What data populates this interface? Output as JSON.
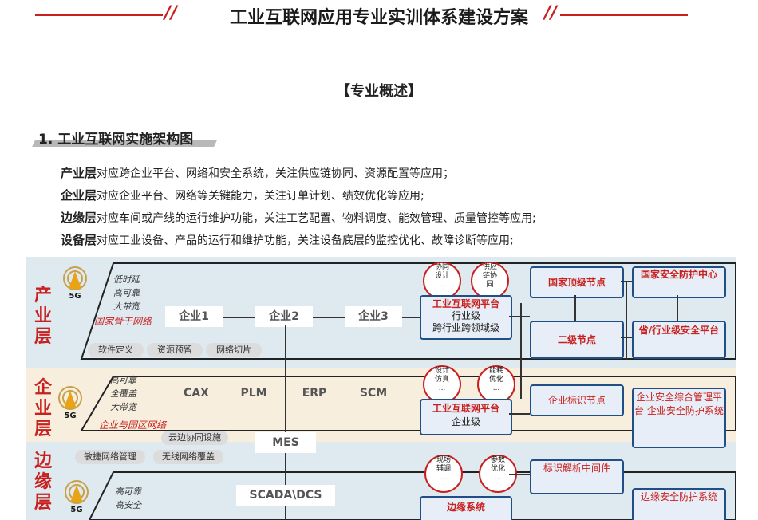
{
  "title": "工业互联网应用专业实训体系建设方案",
  "subhead": "【专业概述】",
  "section_title": "1. 工业互联网实施架构图",
  "descriptions": [
    {
      "bold": "产业层",
      "text": "对应跨企业平台、网络和安全系统，关注供应链协同、资源配置等应用；"
    },
    {
      "bold": "企业层",
      "text": "对应企业平台、网络等关键能力，关注订单计划、绩效优化等应用;"
    },
    {
      "bold": "边缘层",
      "text": "对应车间或产线的运行维护功能，关注工艺配置、物料调度、能效管理、质量管控等应用;"
    },
    {
      "bold": "设备层",
      "text": "对应工业设备、产品的运行和维护功能，关注设备底层的监控优化、故障诊断等应用;"
    }
  ],
  "diagram": {
    "layers": {
      "industry": "产业层",
      "enterprise": "企业层",
      "edge": "边缘层"
    },
    "badge_5g": "5G",
    "industry": {
      "features": [
        "低时延",
        "高可靠",
        "大带宽"
      ],
      "network": "国家骨干网络",
      "companies": [
        "企业1",
        "企业2",
        "企业3"
      ],
      "pills": [
        "软件定义",
        "资源预留",
        "网络切片"
      ],
      "circles": [
        [
          "协同",
          "设计",
          "..."
        ],
        [
          "供应",
          "链协",
          "同"
        ]
      ],
      "platform": {
        "title": "工业互联网平台",
        "sub1": "行业级",
        "sub2": "跨行业跨领域级"
      },
      "right_boxes": [
        "国家顶级节点",
        "国家安全防护中心",
        "二级节点",
        "省/行业级安全平台"
      ]
    },
    "enterprise": {
      "features": [
        "高可靠",
        "全覆盖",
        "大带宽"
      ],
      "network": "企业与园区网络",
      "systems": [
        "CAX",
        "PLM",
        "ERP",
        "SCM"
      ],
      "pill": "云边协同设施",
      "circles": [
        [
          "设计",
          "仿真",
          "..."
        ],
        [
          "能耗",
          "优化",
          "..."
        ]
      ],
      "platform": {
        "title": "工业互联网平台",
        "sub": "企业级"
      },
      "id_node": "企业标识节点",
      "security": "企业安全综合管理平台 企业安全防护系统"
    },
    "edge": {
      "mes": "MES",
      "pills": [
        "敏捷网络管理",
        "无线网络覆盖"
      ],
      "features": [
        "高可靠",
        "高安全"
      ],
      "scada": "SCADA\\DCS",
      "circles": [
        [
          "现场",
          "辅调",
          "..."
        ],
        [
          "参数",
          "优化",
          "..."
        ]
      ],
      "resolver": "标识解析中间件",
      "edge_system": "边缘系统",
      "edge_security": "边缘安全防护系统"
    }
  }
}
